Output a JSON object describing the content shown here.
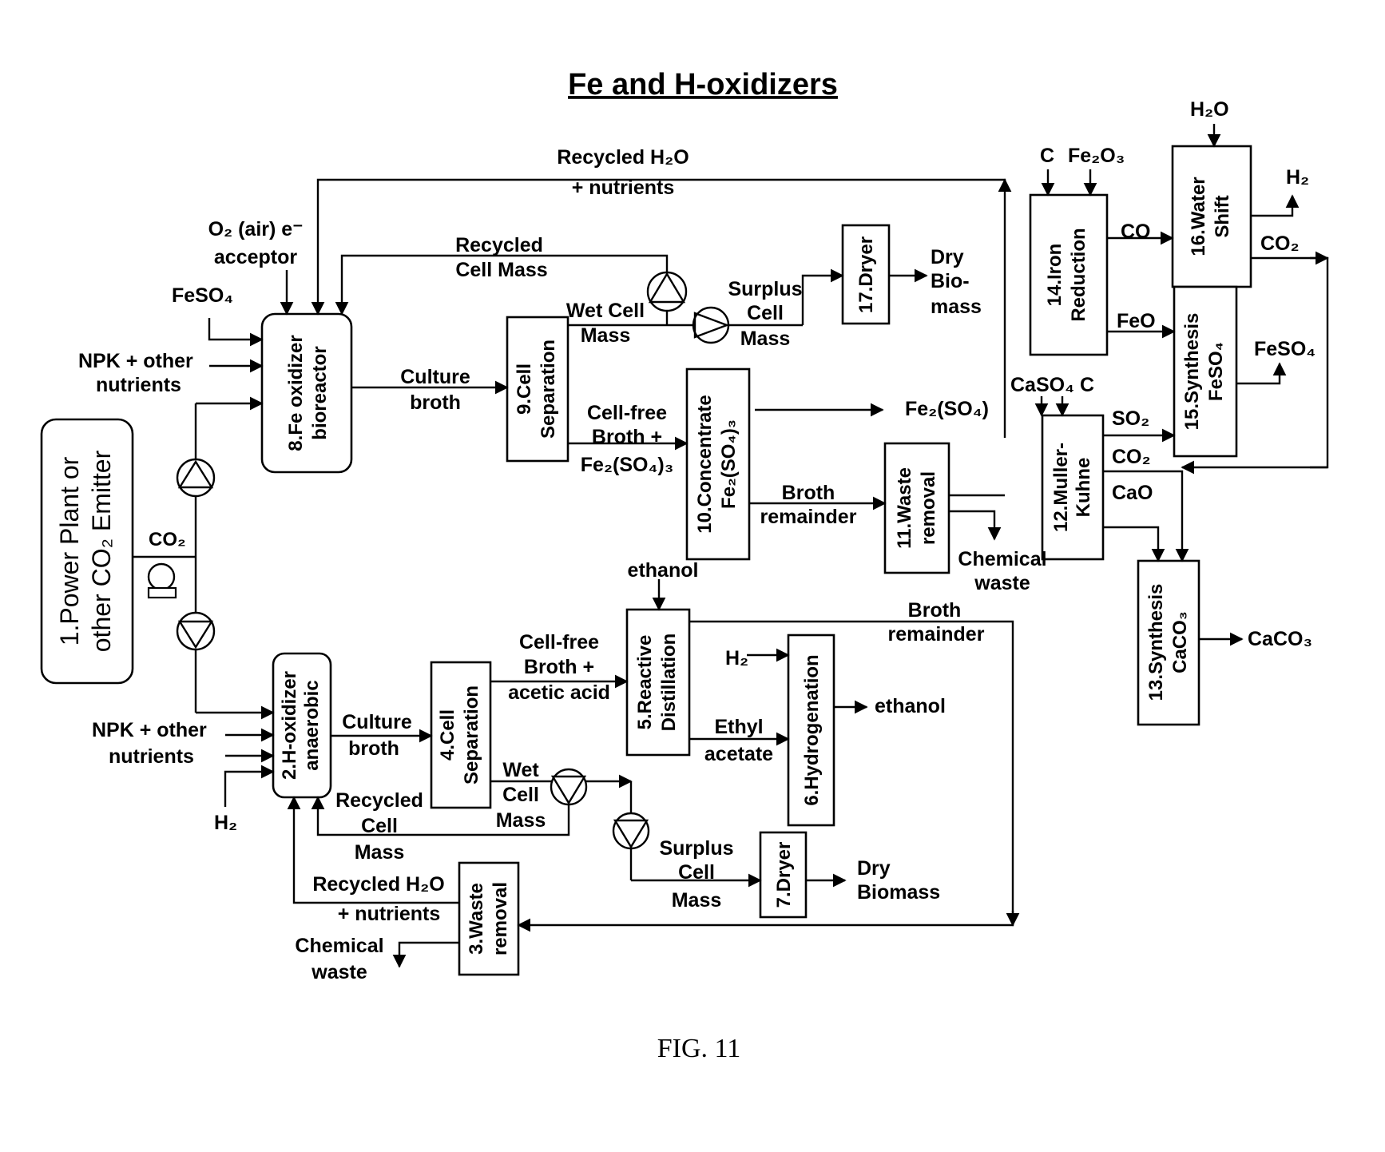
{
  "title": "Fe and H-oxidizers",
  "figure_caption": "FIG. 11",
  "units": {
    "u1": [
      "1.Power Plant or",
      "other CO₂ Emitter"
    ],
    "u2": [
      "2.H-oxidizer",
      "anaerobic"
    ],
    "u3": [
      "3.Waste",
      "removal"
    ],
    "u4": [
      "4.Cell",
      "Separation"
    ],
    "u5": [
      "5.Reactive",
      "Distillation"
    ],
    "u6": [
      "6.Hydrogenation"
    ],
    "u7": [
      "7.Dryer"
    ],
    "u8": [
      "8.Fe oxidizer",
      "bioreactor"
    ],
    "u9": [
      "9.Cell",
      "Separation"
    ],
    "u10": [
      "10.Concentrate",
      "Fe₂(SO₄)₃"
    ],
    "u11": [
      "11.Waste",
      "removal"
    ],
    "u12": [
      "12.Muller-",
      "Kuhne"
    ],
    "u13": [
      "13.Synthesis",
      "CaCO₃"
    ],
    "u14": [
      "14.Iron",
      "Reduction"
    ],
    "u15": [
      "15.Synthesis",
      "FeSO₄"
    ],
    "u16": [
      "16.Water",
      "Shift"
    ],
    "u17": [
      "17.Dryer"
    ]
  },
  "labels": {
    "co2_emitter": "CO₂",
    "recycled_h2o_top": "Recycled H₂O",
    "nutrients_top": "+ nutrients",
    "o2_line1": "O₂ (air) e⁻",
    "o2_line2": "acceptor",
    "feso4_in": "FeSO₄",
    "npk_top_1": "NPK + other",
    "npk_top_2": "nutrients",
    "recycled_cell_mass_top_1": "Recycled",
    "recycled_cell_mass_top_2": "Cell Mass",
    "culture_broth_top_1": "Culture",
    "culture_broth_top_2": "broth",
    "wet_cell_mass_top_1": "Wet Cell",
    "wet_cell_mass_top_2": "Mass",
    "surplus_top_1": "Surplus",
    "surplus_top_2": "Cell",
    "surplus_top_3": "Mass",
    "dry_biomass_top_1": "Dry",
    "dry_biomass_top_2": "Bio-",
    "dry_biomass_top_3": "mass",
    "cell_free_top_1": "Cell-free",
    "cell_free_top_2": "Broth +",
    "cell_free_top_3": "Fe₂(SO₄)₃",
    "fe2so4_out": "Fe₂(SO₄)",
    "broth_remainder_mid_1": "Broth",
    "broth_remainder_mid_2": "remainder",
    "chemical_waste_top_1": "Chemical",
    "chemical_waste_top_2": "waste",
    "ethanol_in": "ethanol",
    "broth_remainder_low_1": "Broth",
    "broth_remainder_low_2": "remainder",
    "cell_free_low_1": "Cell-free",
    "cell_free_low_2": "Broth +",
    "cell_free_low_3": "acetic acid",
    "h2_hydro": "H₂",
    "ethanol_out": "ethanol",
    "ethyl_1": "Ethyl",
    "ethyl_2": "acetate",
    "npk_low_1": "NPK + other",
    "npk_low_2": "nutrients",
    "culture_broth_low_1": "Culture",
    "culture_broth_low_2": "broth",
    "h2_in": "H₂",
    "wet_low_1": "Wet",
    "wet_low_2": "Cell",
    "wet_low_3": "Mass",
    "recycled_low_1": "Recycled",
    "recycled_low_2": "Cell",
    "recycled_low_3": "Mass",
    "surplus_low_1": "Surplus",
    "surplus_low_2": "Cell",
    "surplus_low_3": "Mass",
    "dry_low_1": "Dry",
    "dry_low_2": "Biomass",
    "recycled_h2o_low_1": "Recycled H₂O",
    "recycled_h2o_low_2": "+ nutrients",
    "chemical_waste_low_1": "Chemical",
    "chemical_waste_low_2": "waste",
    "c_in": "C",
    "fe2o3_in": "Fe₂O₃",
    "co_label": "CO",
    "feo_label": "FeO",
    "h2o_in": "H₂O",
    "h2_out": "H₂",
    "co2_shift": "CO₂",
    "feso4_out": "FeSO₄",
    "caso4_in": "CaSO₄ C",
    "so2_label": "SO₂",
    "co2_mk": "CO₂",
    "cao_label": "CaO",
    "caco3_out": "CaCO₃"
  }
}
